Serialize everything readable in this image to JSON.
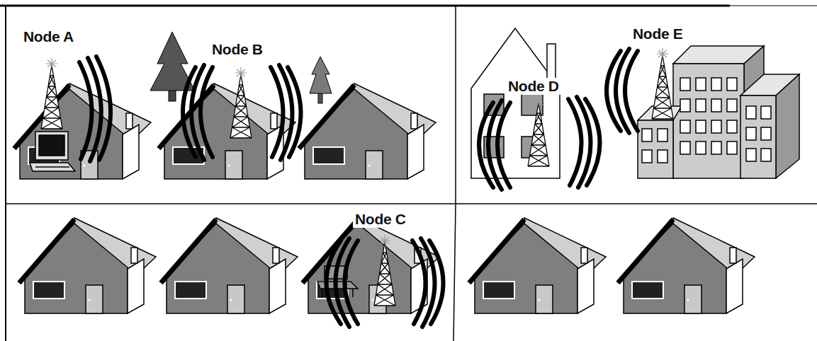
{
  "diagram": {
    "labels": [
      "Node A",
      "Node B",
      "Node D",
      "Node E",
      "Node C"
    ]
  }
}
